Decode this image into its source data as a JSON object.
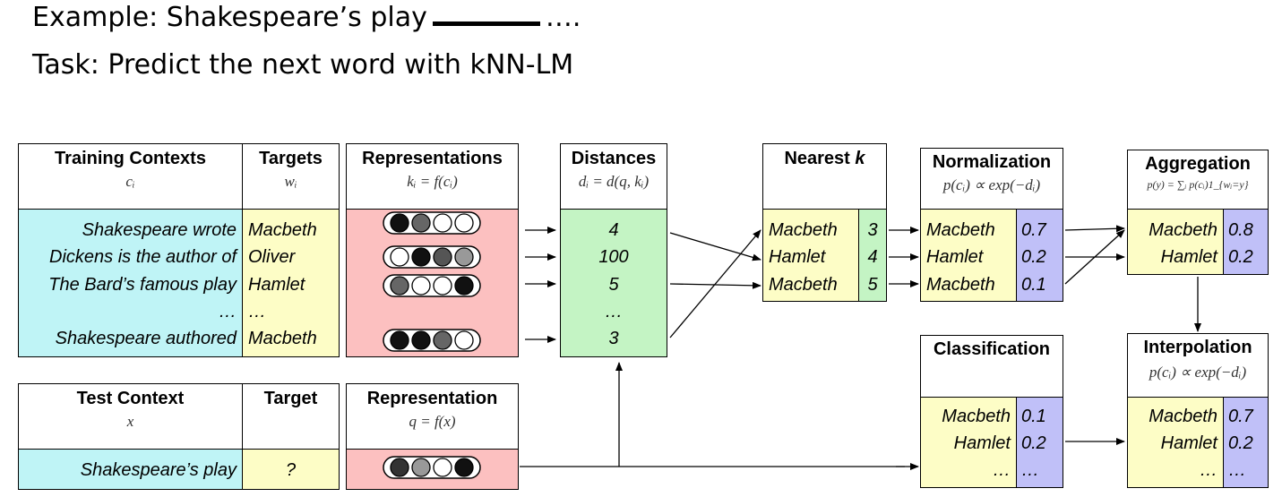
{
  "header": {
    "example_prefix": "Example: Shakespeare’s play",
    "example_suffix": "….",
    "task": "Task: Predict the next word with kNN-LM"
  },
  "training": {
    "contexts_title": "Training Contexts",
    "contexts_symbol": "cᵢ",
    "targets_title": "Targets",
    "targets_symbol": "wᵢ",
    "repr_title": "Representations",
    "repr_symbol": "kᵢ = f(cᵢ)",
    "contexts": [
      "Shakespeare wrote",
      "Dickens is the author of",
      "The Bard’s famous play",
      "…",
      "Shakespeare authored"
    ],
    "targets": [
      "Macbeth",
      "Oliver",
      "Hamlet",
      "…",
      "Macbeth"
    ]
  },
  "test": {
    "context_title": "Test Context",
    "context_symbol": "x",
    "target_title": "Target",
    "repr_title": "Representation",
    "repr_symbol": "q = f(x)",
    "context": "Shakespeare’s play",
    "target": "?"
  },
  "distances": {
    "title": "Distances",
    "symbol": "dᵢ = d(q, kᵢ)",
    "values": [
      "4",
      "100",
      "5",
      "…",
      "3"
    ]
  },
  "nearest": {
    "title": "Nearest",
    "title_k": "k",
    "words": [
      "Macbeth",
      "Hamlet",
      "Macbeth"
    ],
    "values": [
      "3",
      "4",
      "5"
    ]
  },
  "normalization": {
    "title": "Normalization",
    "symbol": "p(cᵢ) ∝ exp(−dᵢ)",
    "words": [
      "Macbeth",
      "Hamlet",
      "Macbeth"
    ],
    "values": [
      "0.7",
      "0.2",
      "0.1"
    ]
  },
  "aggregation": {
    "title": "Aggregation",
    "symbol": "p(y) = ∑ᵢ p(cᵢ)1_{wᵢ=y}",
    "words": [
      "Macbeth",
      "Hamlet"
    ],
    "values": [
      "0.8",
      "0.2"
    ]
  },
  "classification": {
    "title": "Classification",
    "words": [
      "Macbeth",
      "Hamlet",
      "…"
    ],
    "values": [
      "0.1",
      "0.2",
      "…"
    ]
  },
  "interpolation": {
    "title": "Interpolation",
    "symbol": "p(cᵢ) ∝ exp(−dᵢ)",
    "words": [
      "Macbeth",
      "Hamlet",
      "…"
    ],
    "values": [
      "0.7",
      "0.2",
      "…"
    ]
  },
  "vectors": {
    "training": [
      [
        "#111111",
        "#666666",
        "#ffffff",
        "#ffffff"
      ],
      [
        "#ffffff",
        "#111111",
        "#555555",
        "#999999"
      ],
      [
        "#666666",
        "#ffffff",
        "#ffffff",
        "#111111"
      ],
      [
        "#111111",
        "#111111",
        "#666666",
        "#ffffff"
      ]
    ],
    "test": [
      "#333333",
      "#999999",
      "#ffffff",
      "#111111"
    ]
  },
  "colors": {
    "context_fill": "#bff4f6",
    "target_fill": "#fdfdc6",
    "repr_fill": "#fcc0c0",
    "distance_fill": "#c4f4c4",
    "prob_fill": "#c0c0f8"
  }
}
